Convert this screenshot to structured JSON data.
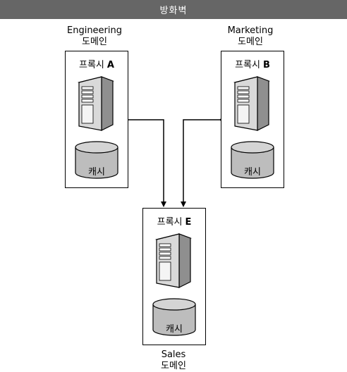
{
  "firewall": {
    "label": "방화벽",
    "color": "#666666"
  },
  "domains": {
    "engineering": {
      "name": "Engineering",
      "suffix": "도메인"
    },
    "marketing": {
      "name": "Marketing",
      "suffix": "도메인"
    },
    "sales": {
      "name": "Sales",
      "suffix": "도메인"
    }
  },
  "proxies": {
    "a": {
      "label": "프록시",
      "id": "A",
      "cache_label": "캐시",
      "server_icon": "server-icon",
      "cache_icon": "database-icon"
    },
    "b": {
      "label": "프록시",
      "id": "B",
      "cache_label": "캐시",
      "server_icon": "server-icon",
      "cache_icon": "database-icon"
    },
    "e": {
      "label": "프록시",
      "id": "E",
      "cache_label": "캐시",
      "server_icon": "server-icon",
      "cache_icon": "database-icon"
    }
  },
  "colors": {
    "server_fill": "#d9d9d9",
    "cache_fill": "#bdbdbd",
    "line": "#000000"
  }
}
